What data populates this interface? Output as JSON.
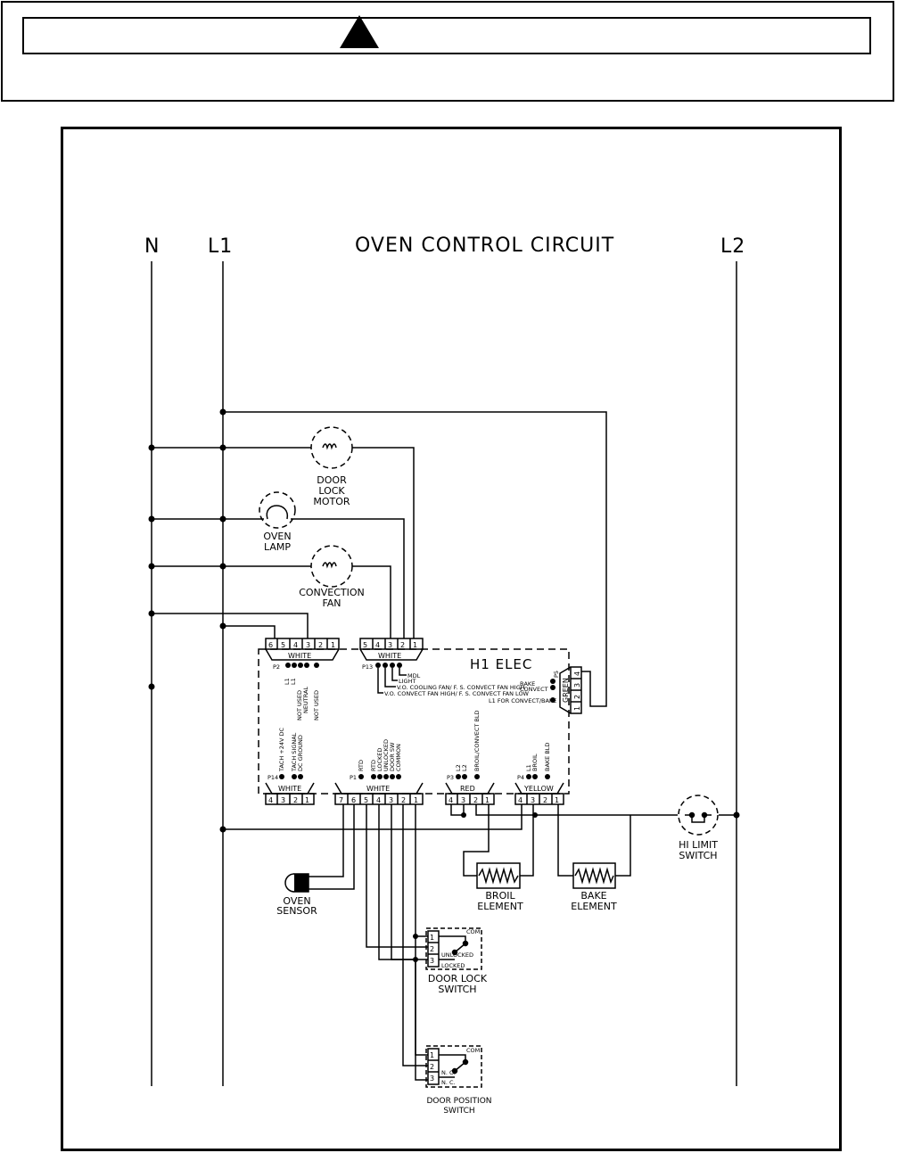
{
  "warning": {
    "icon": "warning-triangle-icon"
  },
  "title": "OVEN CONTROL CIRCUIT",
  "lines": {
    "n": "N",
    "l1": "L1",
    "l2": "L2"
  },
  "components": {
    "door_lock_motor": [
      "DOOR",
      "LOCK",
      "MOTOR"
    ],
    "oven_lamp": [
      "OVEN",
      "LAMP"
    ],
    "convection_fan": [
      "CONVECTION",
      "FAN"
    ],
    "oven_sensor": [
      "OVEN",
      "SENSOR"
    ],
    "broil_element": [
      "BROIL",
      "ELEMENT"
    ],
    "bake_element": [
      "BAKE",
      "ELEMENT"
    ],
    "hi_limit_switch": [
      "HI LIMIT",
      "SWITCH"
    ],
    "door_lock_switch": [
      "DOOR LOCK",
      "SWITCH"
    ],
    "door_position_switch": [
      "DOOR POSITION",
      "SWITCH"
    ]
  },
  "board": {
    "label": "H1 ELEC"
  },
  "connectors": {
    "p2": {
      "id": "P2",
      "color": "WHITE",
      "pins": [
        "6",
        "5",
        "4",
        "3",
        "2",
        "1"
      ],
      "signals": [
        "L1",
        "L1",
        "NOT USED",
        "NEUTRAL",
        "NOT USED"
      ]
    },
    "p13": {
      "id": "P13",
      "color": "WHITE",
      "pins": [
        "5",
        "4",
        "3",
        "2",
        "1"
      ],
      "signals": [
        "MDL",
        "LIGHT",
        "V.O. COOLING FAN/ F. S. CONVECT FAN HIGH",
        "V.O. CONVECT FAN HIGH/ F. S. CONVECT FAN LOW"
      ]
    },
    "p5": {
      "id": "P5",
      "color": "GREEN",
      "pins": [
        "4",
        "3",
        "2",
        "1"
      ],
      "signals": [
        "BAKE",
        "CONVECT",
        "L1 FOR CONVECT/BAKE"
      ]
    },
    "p14": {
      "id": "P14",
      "color": "WHITE",
      "pins": [
        "4",
        "3",
        "2",
        "1"
      ],
      "signals": [
        "TACH +24V DC",
        "TACH SIGNAL",
        "DC GROUND"
      ]
    },
    "p1": {
      "id": "P1",
      "color": "WHITE",
      "pins": [
        "7",
        "6",
        "5",
        "4",
        "3",
        "2",
        "1"
      ],
      "signals": [
        "RTD",
        "RTD",
        "LOCKED",
        "UNLOCKED",
        "DOOR SW",
        "COMMON"
      ]
    },
    "p3": {
      "id": "P3",
      "color": "RED",
      "pins": [
        "4",
        "3",
        "2",
        "1"
      ],
      "signals": [
        "L2",
        "L2",
        "BROIL/CONVECT BLD"
      ]
    },
    "p4": {
      "id": "P4",
      "color": "YELLOW",
      "pins": [
        "4",
        "3",
        "2",
        "1"
      ],
      "signals": [
        "L1",
        "BROIL",
        "BAKE BLD"
      ]
    }
  },
  "switch_terms": {
    "door_lock": {
      "pins": [
        "1",
        "2",
        "3"
      ],
      "com": "COM",
      "unlocked": "UNLOCKED",
      "locked": "LOCKED"
    },
    "door_position": {
      "pins": [
        "1",
        "2",
        "3"
      ],
      "com": "COM",
      "no": "N. O.",
      "nc": "N. C."
    }
  }
}
